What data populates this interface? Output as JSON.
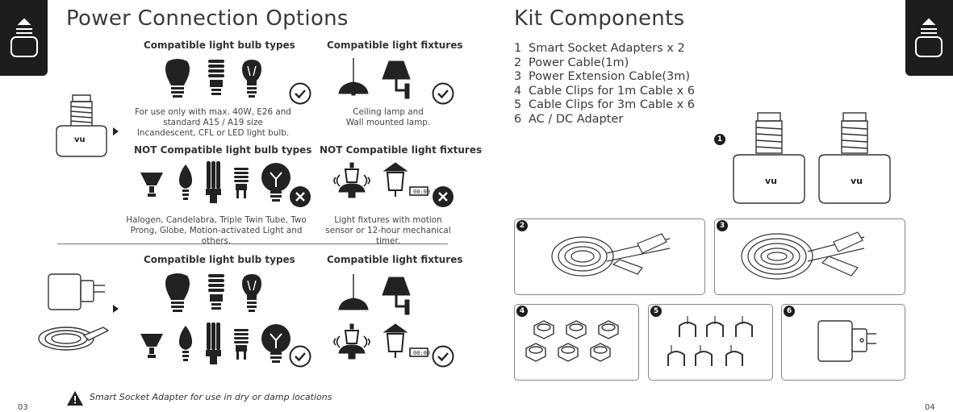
{
  "left": {
    "title": "Power Connection Options",
    "page_number": "03",
    "section1": {
      "bulbs_heading": "Compatible light bulb types",
      "fixtures_heading": "Compatible light fixtures",
      "bulbs_note": "For use only with max. 40W, E26 and standard A15 / A19 size Incandescent, CFL or LED light bulb.",
      "fixtures_note": "Ceiling lamp and Wall mounted lamp.",
      "not_bulbs_heading": "NOT Compatible light bulb types",
      "not_fixtures_heading": "NOT Compatible light fixtures",
      "not_bulbs_note": "Halogen, Candelabra, Triple Twin Tube, Two Prong, Globe, Motion-activated Light and others.",
      "not_fixtures_note": "Light fixtures with motion sensor or 12-hour mechanical timer."
    },
    "section2": {
      "bulbs_heading": "Compatible light bulb types",
      "fixtures_heading": "Compatible light fixtures"
    },
    "warning": "Smart Socket Adapter for use in dry or damp locations",
    "adapter_logo": "vu",
    "timer_label": "00:00"
  },
  "right": {
    "title": "Kit Components",
    "page_number": "04",
    "items": [
      {
        "num": "1",
        "text": "Smart Socket Adapters x 2"
      },
      {
        "num": "2",
        "text": "Power Cable(1m)"
      },
      {
        "num": "3",
        "text": "Power Extension Cable(3m)"
      },
      {
        "num": "4",
        "text": "Cable Clips for 1m Cable x 6"
      },
      {
        "num": "5",
        "text": "Cable Clips for 3m Cable x 6"
      },
      {
        "num": "6",
        "text": "AC / DC Adapter"
      }
    ],
    "badges": [
      "1",
      "2",
      "3",
      "4",
      "5",
      "6"
    ]
  },
  "colors": {
    "tab": "#1d1d1d",
    "ink": "#222222"
  },
  "icons": [
    "bulb-socket-icon",
    "check-circle-icon",
    "cross-circle-icon",
    "warning-icon"
  ]
}
